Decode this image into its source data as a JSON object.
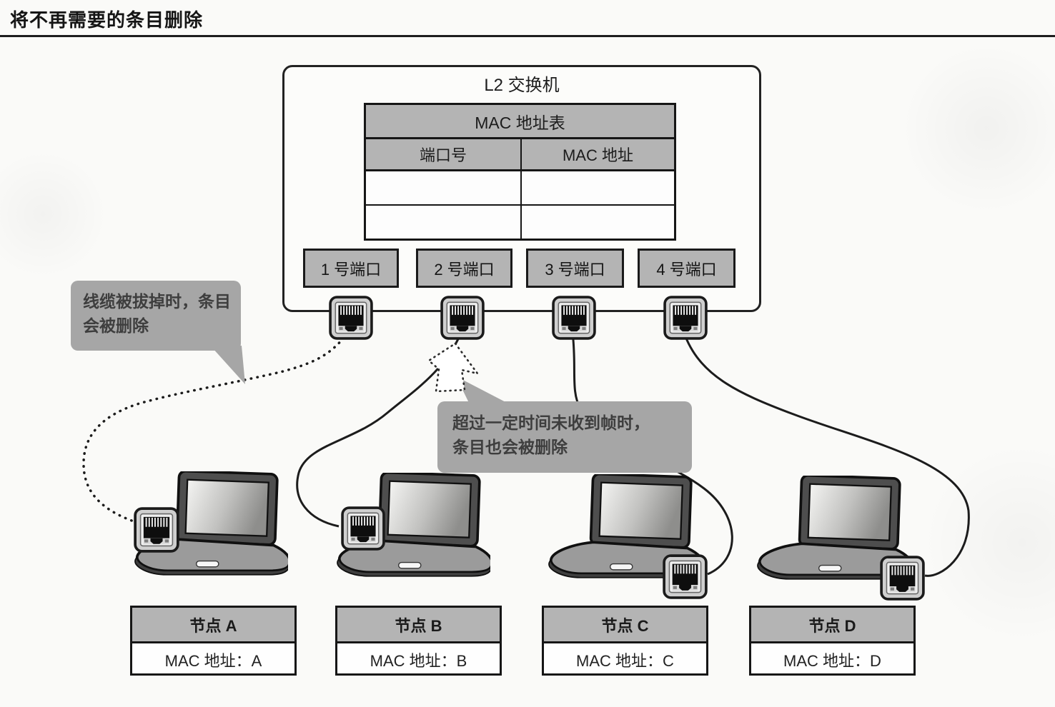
{
  "page": {
    "title": "将不再需要的条目删除"
  },
  "switch": {
    "label": "L2 交换机",
    "mac_table": {
      "title": "MAC 地址表",
      "columns": [
        "端口号",
        "MAC 地址"
      ],
      "empty_rows": 2
    },
    "ports": [
      {
        "label": "1 号端口"
      },
      {
        "label": "2 号端口"
      },
      {
        "label": "3 号端口"
      },
      {
        "label": "4 号端口"
      }
    ]
  },
  "callouts": {
    "cable_unplugged": {
      "line1": "线缆被拔掉时，条目",
      "line2": "会被删除"
    },
    "timeout": {
      "line1": "超过一定时间未收到帧时，",
      "line2": "条目也会被删除"
    }
  },
  "nodes": [
    {
      "name": "节点 A",
      "mac": "MAC 地址：A"
    },
    {
      "name": "节点 B",
      "mac": "MAC 地址：B"
    },
    {
      "name": "节点 C",
      "mac": "MAC 地址：C"
    },
    {
      "name": "节点 D",
      "mac": "MAC 地址：D"
    }
  ],
  "colors": {
    "panel_gray": "#b4b4b4",
    "bubble_gray": "#a6a6a6",
    "line_black": "#1c1c1c",
    "paper": "#fafaf8"
  }
}
